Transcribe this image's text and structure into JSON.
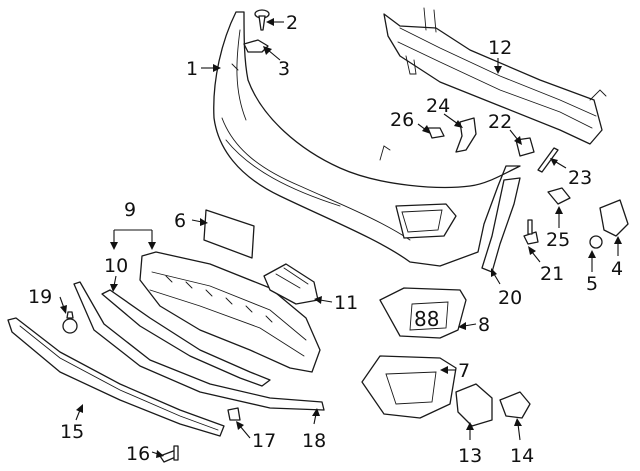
{
  "diagram": {
    "callouts": {
      "p1": "1",
      "p2": "2",
      "p3": "3",
      "p4": "4",
      "p5": "5",
      "p6": "6",
      "p7": "7",
      "p8": "8",
      "p9": "9",
      "p10": "10",
      "p11": "11",
      "p12": "12",
      "p13": "13",
      "p14": "14",
      "p15": "15",
      "p16": "16",
      "p17": "17",
      "p18": "18",
      "p19": "19",
      "p20": "20",
      "p21": "21",
      "p22": "22",
      "p23": "23",
      "p24": "24",
      "p25": "25",
      "p26": "26"
    },
    "colors": {
      "line": "#1a1a1a",
      "background": "#ffffff"
    }
  }
}
